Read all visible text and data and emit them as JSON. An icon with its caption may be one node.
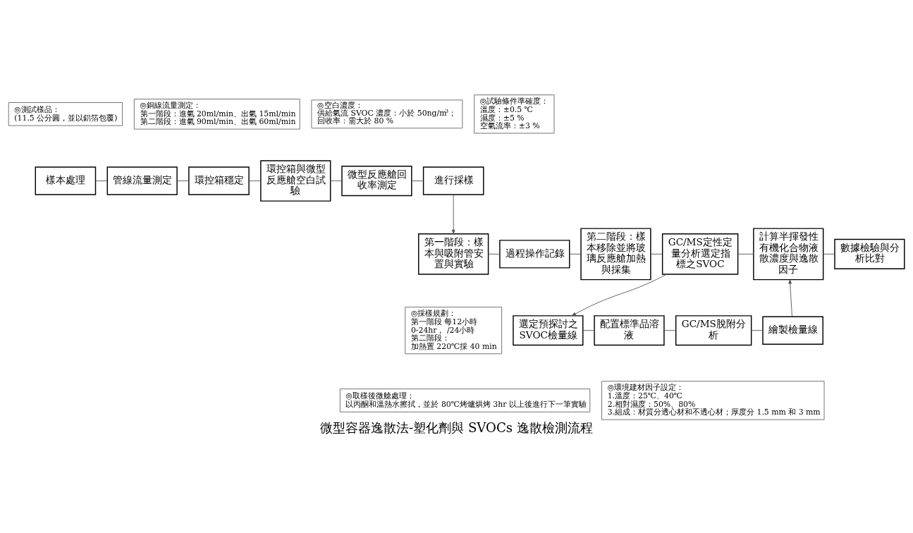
{
  "diagram": {
    "caption": "微型容器逸散法-塑化劑與 SVOCs 逸散檢測流程",
    "nodes": [
      {
        "text": [
          "◎測試樣品：",
          "(11.5 公分圓，並以鋁箔包覆)"
        ]
      },
      {
        "text": [
          "◎銅線流量測定：",
          "第一階段：進氣 20ml/min、出氣 15ml/min",
          "第二階段：進氣 90ml/min、出氣 60ml/min"
        ]
      },
      {
        "text": [
          "◎空白濃度：",
          "供給氣流 SVOC 濃度：小於 50ng/m$^{3}$；",
          "回收率：需大於 80 %"
        ]
      },
      {
        "text": [
          "◎試驗條件準確度：",
          "溫度：±0.5 ℃",
          "濕度：±5 %",
          "空氣流率：±3 %"
        ]
      },
      {
        "text": [
          "樣本處理"
        ]
      },
      {
        "text": [
          "管線流量測定"
        ]
      },
      {
        "text": [
          "環控箱穩定"
        ]
      },
      {
        "text": [
          "環控箱與微型反應艙空白試驗"
        ]
      },
      {
        "text": [
          "微型反應艙回收率測定"
        ]
      },
      {
        "text": [
          "進行採樣"
        ]
      },
      {
        "text": [
          "第一階段：樣本與吸附管安置與實驗"
        ]
      },
      {
        "text": [
          "過程操作記錄"
        ]
      },
      {
        "text": [
          "第二階段：樣本移除並將玻璃反應艙加熱與採集"
        ]
      },
      {
        "text": [
          "GC/MS定性定量分析選定指標之SVOC"
        ]
      },
      {
        "text": [
          "計算半揮發性有機化合物液散濃度與逸散因子"
        ]
      },
      {
        "text": [
          "數據檢驗與分析比對"
        ]
      },
      {
        "text": [
          "◎採樣規劃：",
          "第一階段 每12小時",
          "0-24hr， /24小時",
          "第二階段：",
          "加熱置 220℃採 40 min"
        ]
      },
      {
        "text": [
          "選定預探討之SVOC檢量線"
        ]
      },
      {
        "text": [
          "配置標準品溶液"
        ]
      },
      {
        "text": [
          "GC/MS脫附分析"
        ]
      },
      {
        "text": [
          "繪製檢量線"
        ]
      },
      {
        "text": [
          "◎取樣後微艙處理：",
          "以丙酮和溫熱水擦拭，並於 80℃烤爐烘烤 3hr 以上後進行下一筆實驗"
        ]
      },
      {
        "text": [
          "◎環境建材因子設定：",
          "1.溫度：25℃、40℃",
          "2.相對濕度：50%、80%",
          "3.組成：材質分透心材和不透心材；厚度分 1.5 mm 和 3 mm"
        ]
      }
    ],
    "edges": [
      {
        "from": 4,
        "to": 5,
        "arrow": "none"
      },
      {
        "from": 5,
        "to": 6,
        "arrow": "none"
      },
      {
        "from": 6,
        "to": 7,
        "arrow": "none"
      },
      {
        "from": 7,
        "to": 8,
        "arrow": "none"
      },
      {
        "from": 8,
        "to": 9,
        "arrow": "none"
      },
      {
        "from": 9,
        "to": 10,
        "arrow": "to"
      },
      {
        "from": 10,
        "to": 11,
        "arrow": "none"
      },
      {
        "from": 11,
        "to": 12,
        "arrow": "none"
      },
      {
        "from": 12,
        "to": 13,
        "arrow": "none"
      },
      {
        "from": 13,
        "to": 14,
        "arrow": "none"
      },
      {
        "from": 14,
        "to": 15,
        "arrow": "none"
      },
      {
        "from": 13,
        "to": 17,
        "arrow": "to"
      },
      {
        "from": 17,
        "to": 18,
        "arrow": "none"
      },
      {
        "from": 18,
        "to": 19,
        "arrow": "none"
      },
      {
        "from": 19,
        "to": 20,
        "arrow": "none"
      },
      {
        "from": 20,
        "to": 14,
        "arrow": "to"
      }
    ]
  }
}
